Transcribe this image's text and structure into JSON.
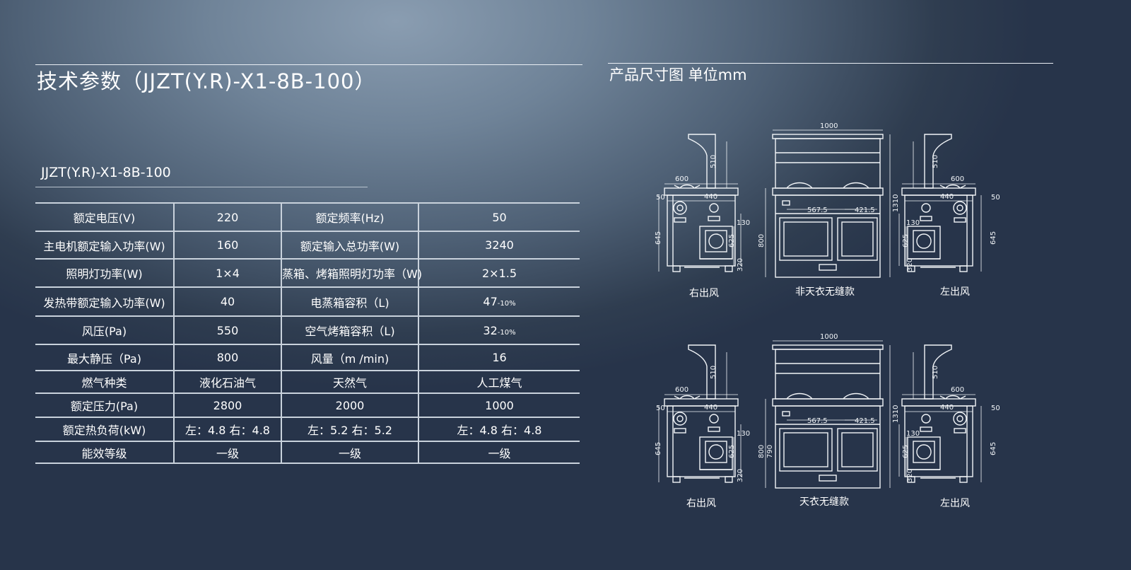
{
  "title": "技术参数（JJZT(Y.R)-X1-8B-100）",
  "dimensions_title": "产品尺寸图  单位mm",
  "model": "JJZT(Y.R)-X1-8B-100",
  "specs": {
    "r1": [
      "额定电压(V)",
      "220",
      "额定频率(Hz)",
      "50"
    ],
    "r2": [
      "主电机额定输入功率(W)",
      "160",
      "额定输入总功率(W)",
      "3240"
    ],
    "r3": [
      "照明灯功率(W)",
      "1×4",
      "蒸箱、烤箱照明灯功率（W)",
      "2×1.5"
    ],
    "r4": [
      "发热带额定输入功率(W)",
      "40",
      "电蒸箱容积（L)",
      "47",
      "-10%"
    ],
    "r5": [
      "风压(Pa)",
      "550",
      "空气烤箱容积（L)",
      "32",
      "-10%"
    ],
    "r6": [
      "最大静压（Pa)",
      "800",
      "风量（m /min)",
      "16"
    ],
    "r7": [
      "燃气种类",
      "液化石油气",
      "天然气",
      "人工煤气"
    ],
    "r8": [
      "额定压力(Pa)",
      "2800",
      "2000",
      "1000"
    ],
    "r9": [
      "额定热负荷(kW)",
      "左：4.8  右：4.8",
      "左：5.2  右：5.2",
      "左：4.8  右：4.8"
    ],
    "r10": [
      "能效等级",
      "一级",
      "一级",
      "一级"
    ]
  },
  "drawings": {
    "dims": {
      "width": "1000",
      "side_depth": "600",
      "inner": "440",
      "hood": "510",
      "top_gap": "50",
      "h645": "645",
      "h625": "625",
      "h320": "320",
      "h130": "130",
      "h800": "800",
      "h790": "790",
      "h1310": "1310",
      "d567": "567.5",
      "d421": "421.5"
    },
    "captions": {
      "right_outlet": "右出风",
      "left_outlet": "左出风",
      "no_tianyi": "非天衣无缝款",
      "tianyi": "天衣无缝款"
    }
  }
}
